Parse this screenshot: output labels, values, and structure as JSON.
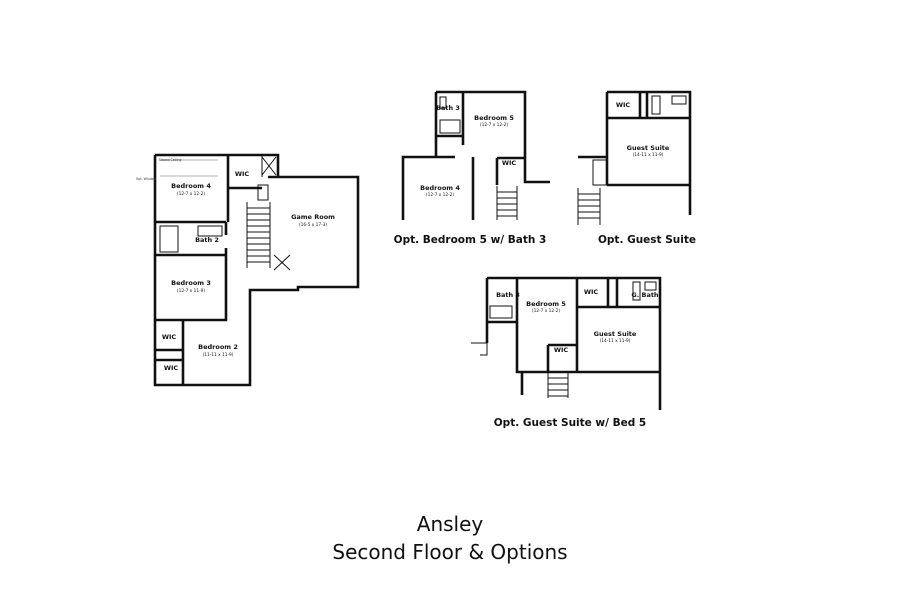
{
  "main_plan": {
    "rooms": [
      {
        "name": "Bedroom 4",
        "dims": "(12-7 x 12-2)"
      },
      {
        "name": "Game Room",
        "dims": "(16-5 x 17-3)"
      },
      {
        "name": "Bedroom 3",
        "dims": "(12-7 x 11-9)"
      },
      {
        "name": "Bedroom 2",
        "dims": "(11-11 x 11-9)"
      }
    ],
    "bath": "Bath 2",
    "wic_top": "WIC",
    "wic_1": "WIC",
    "wic_2": "WIC",
    "notes": {
      "sloped_ceiling": "Sloped Ceiling",
      "opt_window": "Opt. Window"
    }
  },
  "option_bedroom5": {
    "caption": "Opt. Bedroom 5 w/ Bath 3",
    "bath": "Bath 3",
    "bedroom5": {
      "name": "Bedroom 5",
      "dims": "(12-7 x 12-2)"
    },
    "bedroom4": {
      "name": "Bedroom 4",
      "dims": "(12-7 x 12-2)"
    },
    "wic": "WIC"
  },
  "option_guest_suite": {
    "caption": "Opt. Guest Suite",
    "suite": {
      "name": "Guest Suite",
      "dims": "(14-11 x 11-9)"
    },
    "wic": "WIC"
  },
  "option_guest_bed5": {
    "caption": "Opt. Guest Suite w/ Bed 5",
    "bath": "Bath 3",
    "bedroom5": {
      "name": "Bedroom 5",
      "dims": "(12-7 x 12-2)"
    },
    "suite": {
      "name": "Guest Suite",
      "dims": "(14-11 x 11-9)"
    },
    "wic_1": "WIC",
    "wic_2": "WIC",
    "gbath": "G. Bath"
  },
  "title": {
    "line1": "Ansley",
    "line2": "Second Floor & Options"
  }
}
